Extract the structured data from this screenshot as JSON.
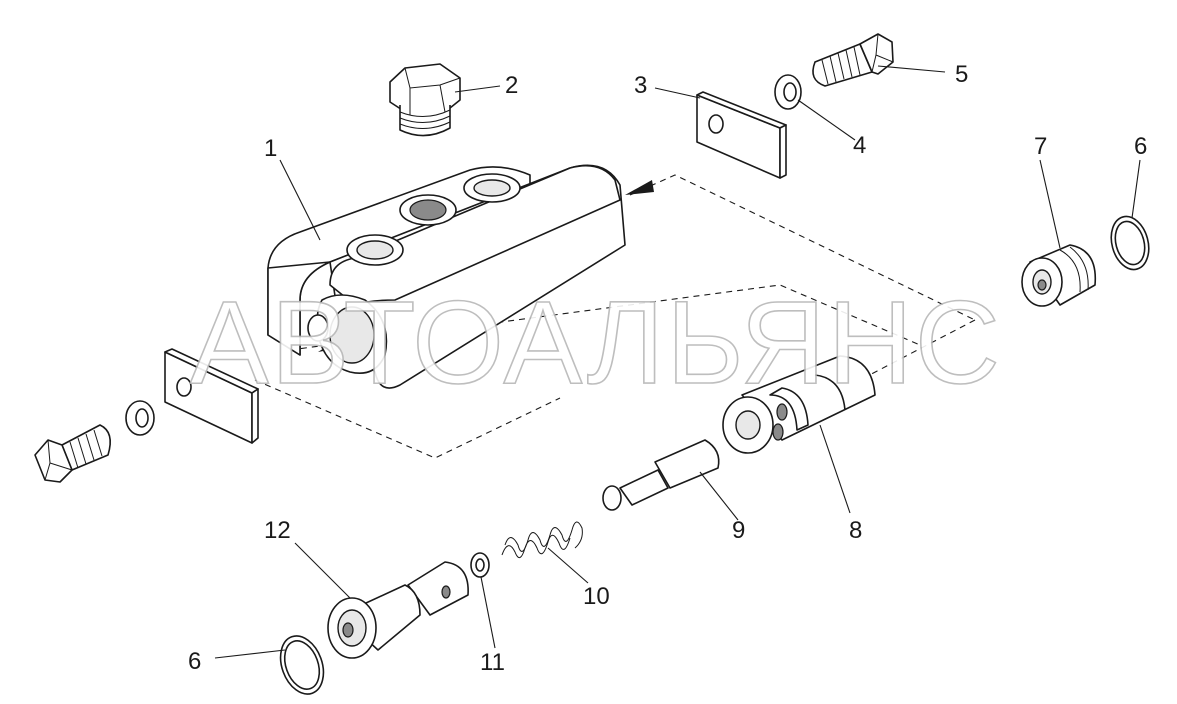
{
  "watermark": "АВТОАЛЬЯНС",
  "callouts": [
    {
      "id": "1",
      "label": "1"
    },
    {
      "id": "2",
      "label": "2"
    },
    {
      "id": "3",
      "label": "3"
    },
    {
      "id": "4",
      "label": "4"
    },
    {
      "id": "5",
      "label": "5"
    },
    {
      "id": "6a",
      "label": "6"
    },
    {
      "id": "7",
      "label": "7"
    },
    {
      "id": "8",
      "label": "8"
    },
    {
      "id": "9",
      "label": "9"
    },
    {
      "id": "10",
      "label": "10"
    },
    {
      "id": "11",
      "label": "11"
    },
    {
      "id": "12",
      "label": "12"
    },
    {
      "id": "6b",
      "label": "6"
    }
  ],
  "colors": {
    "line": "#1a1a1a",
    "shade": "#e8e8e8",
    "watermark_stroke": "#b8b8b8"
  }
}
